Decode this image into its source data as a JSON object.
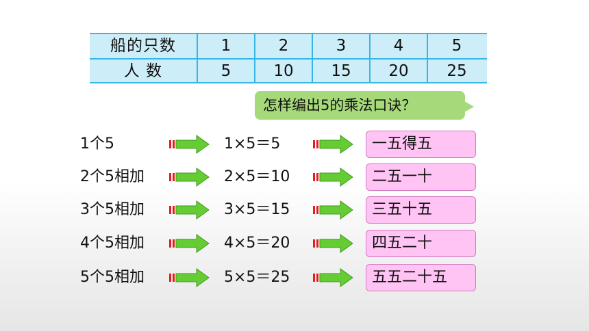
{
  "table": {
    "header_row": {
      "label": "船的只数",
      "values": [
        "1",
        "2",
        "3",
        "4",
        "5"
      ]
    },
    "people_row": {
      "label": "人 数",
      "values": [
        "5",
        "10",
        "15",
        "20",
        "25"
      ]
    }
  },
  "question": "怎样编出5的乘法口诀？",
  "rows": [
    {
      "label": "1个5",
      "equation": "1×5＝5",
      "chant": "一五得五"
    },
    {
      "label": "2个5相加",
      "equation": "2×5＝10",
      "chant": "二五一十"
    },
    {
      "label": "3个5相加",
      "equation": "3×5＝15",
      "chant": "三五十五"
    },
    {
      "label": "4个5相加",
      "equation": "4×5＝20",
      "chant": "四五二十"
    },
    {
      "label": "5个5相加",
      "equation": "5×5＝25",
      "chant": "五五二十五"
    }
  ],
  "colors": {
    "table_bg": "#cdeef8",
    "table_border": "#37b6e6",
    "bubble": "#a6d97a",
    "chant_bg": "#ffc4f4",
    "arrow_green": "#66cc33",
    "arrow_red": "#e02020"
  }
}
